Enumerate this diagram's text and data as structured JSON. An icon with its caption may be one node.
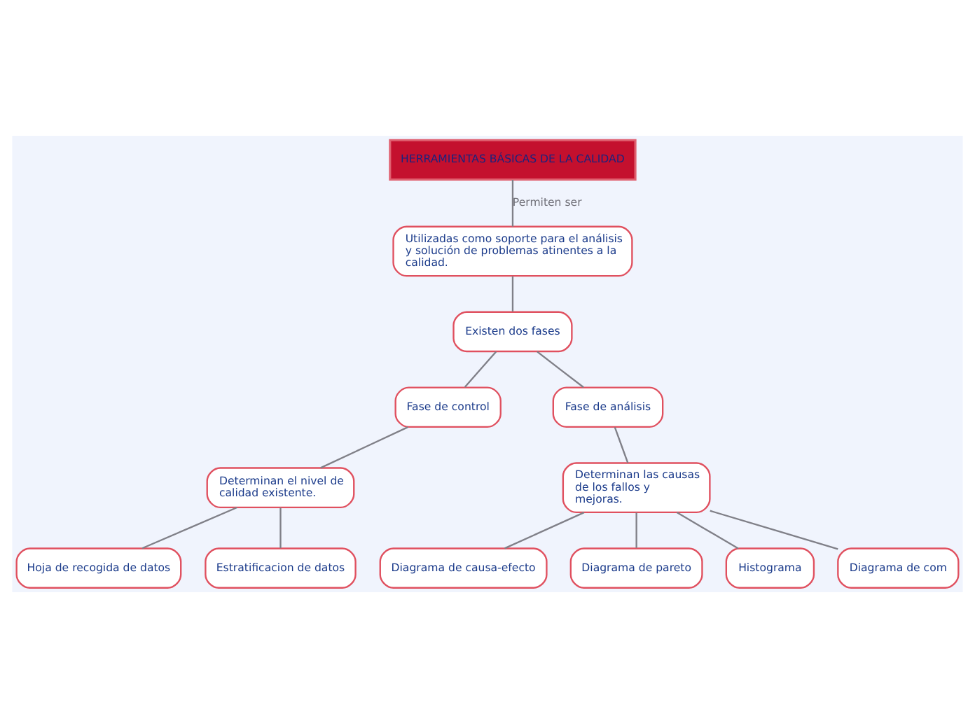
{
  "diagram": {
    "nodes": [
      {
        "text": [
          "HERRAMIENTAS BÁSICAS DE LA CALIDAD"
        ]
      },
      {
        "text": [
          "Utilizadas como soporte para el análisis y solución de problemas atinentes a la calidad."
        ]
      },
      {
        "text": [
          "Existen dos fases"
        ]
      },
      {
        "text": [
          "Fase de control"
        ]
      },
      {
        "text": [
          "Fase de análisis"
        ]
      },
      {
        "text": [
          "Determinan el nivel de calidad existente."
        ]
      },
      {
        "text": [
          "Determinan las causas de los fallos y mejoras."
        ]
      },
      {
        "text": [
          "Hoja de recogida de datos"
        ]
      },
      {
        "text": [
          "Estratificacion de datos"
        ]
      },
      {
        "text": [
          "Diagrama de causa-efecto"
        ]
      },
      {
        "text": [
          "Diagrama de pareto"
        ]
      },
      {
        "text": [
          "Histograma"
        ]
      },
      {
        "text": [
          "Diagrama de com"
        ]
      }
    ],
    "edges": [
      {
        "from": 0,
        "to": 1,
        "arrow": "none",
        "label": "Permiten ser"
      },
      {
        "from": 1,
        "to": 2,
        "arrow": "none"
      },
      {
        "from": 2,
        "to": 3,
        "arrow": "none"
      },
      {
        "from": 2,
        "to": 4,
        "arrow": "none"
      },
      {
        "from": 3,
        "to": 5,
        "arrow": "none"
      },
      {
        "from": 4,
        "to": 6,
        "arrow": "none"
      },
      {
        "from": 5,
        "to": 7,
        "arrow": "none"
      },
      {
        "from": 5,
        "to": 8,
        "arrow": "none"
      },
      {
        "from": 6,
        "to": 9,
        "arrow": "none"
      },
      {
        "from": 6,
        "to": 10,
        "arrow": "none"
      },
      {
        "from": 6,
        "to": 11,
        "arrow": "none"
      },
      {
        "from": 6,
        "to": 12,
        "arrow": "none"
      }
    ]
  }
}
